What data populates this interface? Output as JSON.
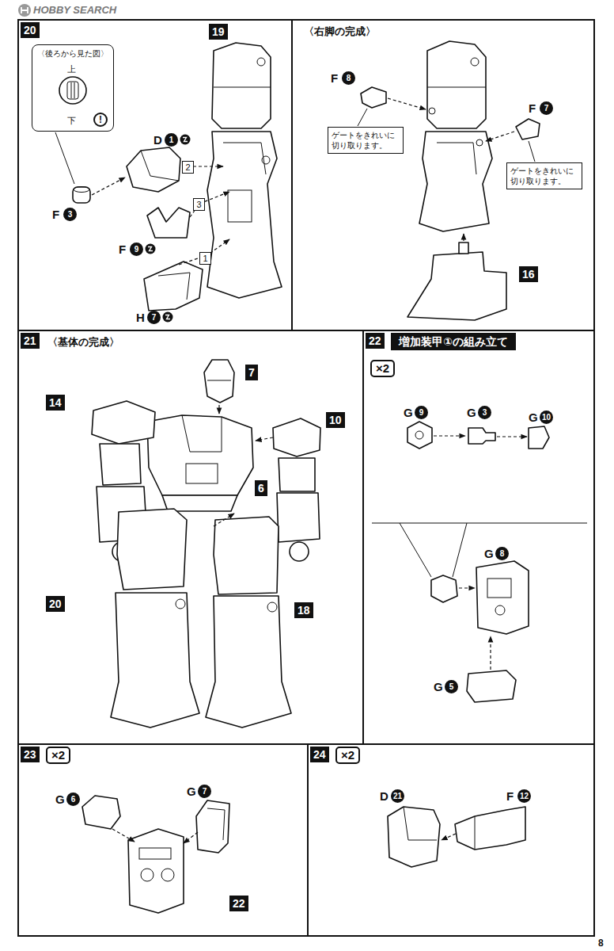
{
  "diagram": {
    "nodes": [
      {
        "text": [
          "20"
        ]
      },
      {
        "text": [
          "〈後ろから見た図〉",
          "上",
          "下"
        ],
        "in": 0
      },
      {
        "text": [
          "〈右脚の完成〉"
        ]
      },
      {
        "text": [
          "ゲートをきれいに 切り取ります。"
        ],
        "in": 2
      },
      {
        "text": [
          "ゲートをきれいに 切り取ります。"
        ],
        "in": 2
      },
      {
        "text": [
          "21",
          "〈基体の完成〉"
        ]
      },
      {
        "text": [
          "22",
          "増加装甲①の組み立て"
        ]
      },
      {
        "text": [
          "×2"
        ],
        "in": 6
      },
      {
        "text": [
          "23"
        ]
      },
      {
        "text": [
          "×2"
        ],
        "in": 8
      },
      {
        "text": [
          "24"
        ]
      },
      {
        "text": [
          "×2"
        ],
        "in": 10
      }
    ],
    "labels": [
      "HOBBY SEARCH",
      "19",
      "D",
      "1",
      "2",
      "3",
      "F",
      "3",
      "F",
      "9",
      "1",
      "H",
      "7",
      "!",
      "F",
      "8",
      "F",
      "7",
      "16",
      "7",
      "14",
      "10",
      "6",
      "20",
      "18",
      "G",
      "9",
      "G",
      "3",
      "G",
      "10",
      "G",
      "8",
      "G",
      "5",
      "G",
      "6",
      "G",
      "7",
      "22",
      "D",
      "21",
      "F",
      "12",
      "8"
    ]
  }
}
